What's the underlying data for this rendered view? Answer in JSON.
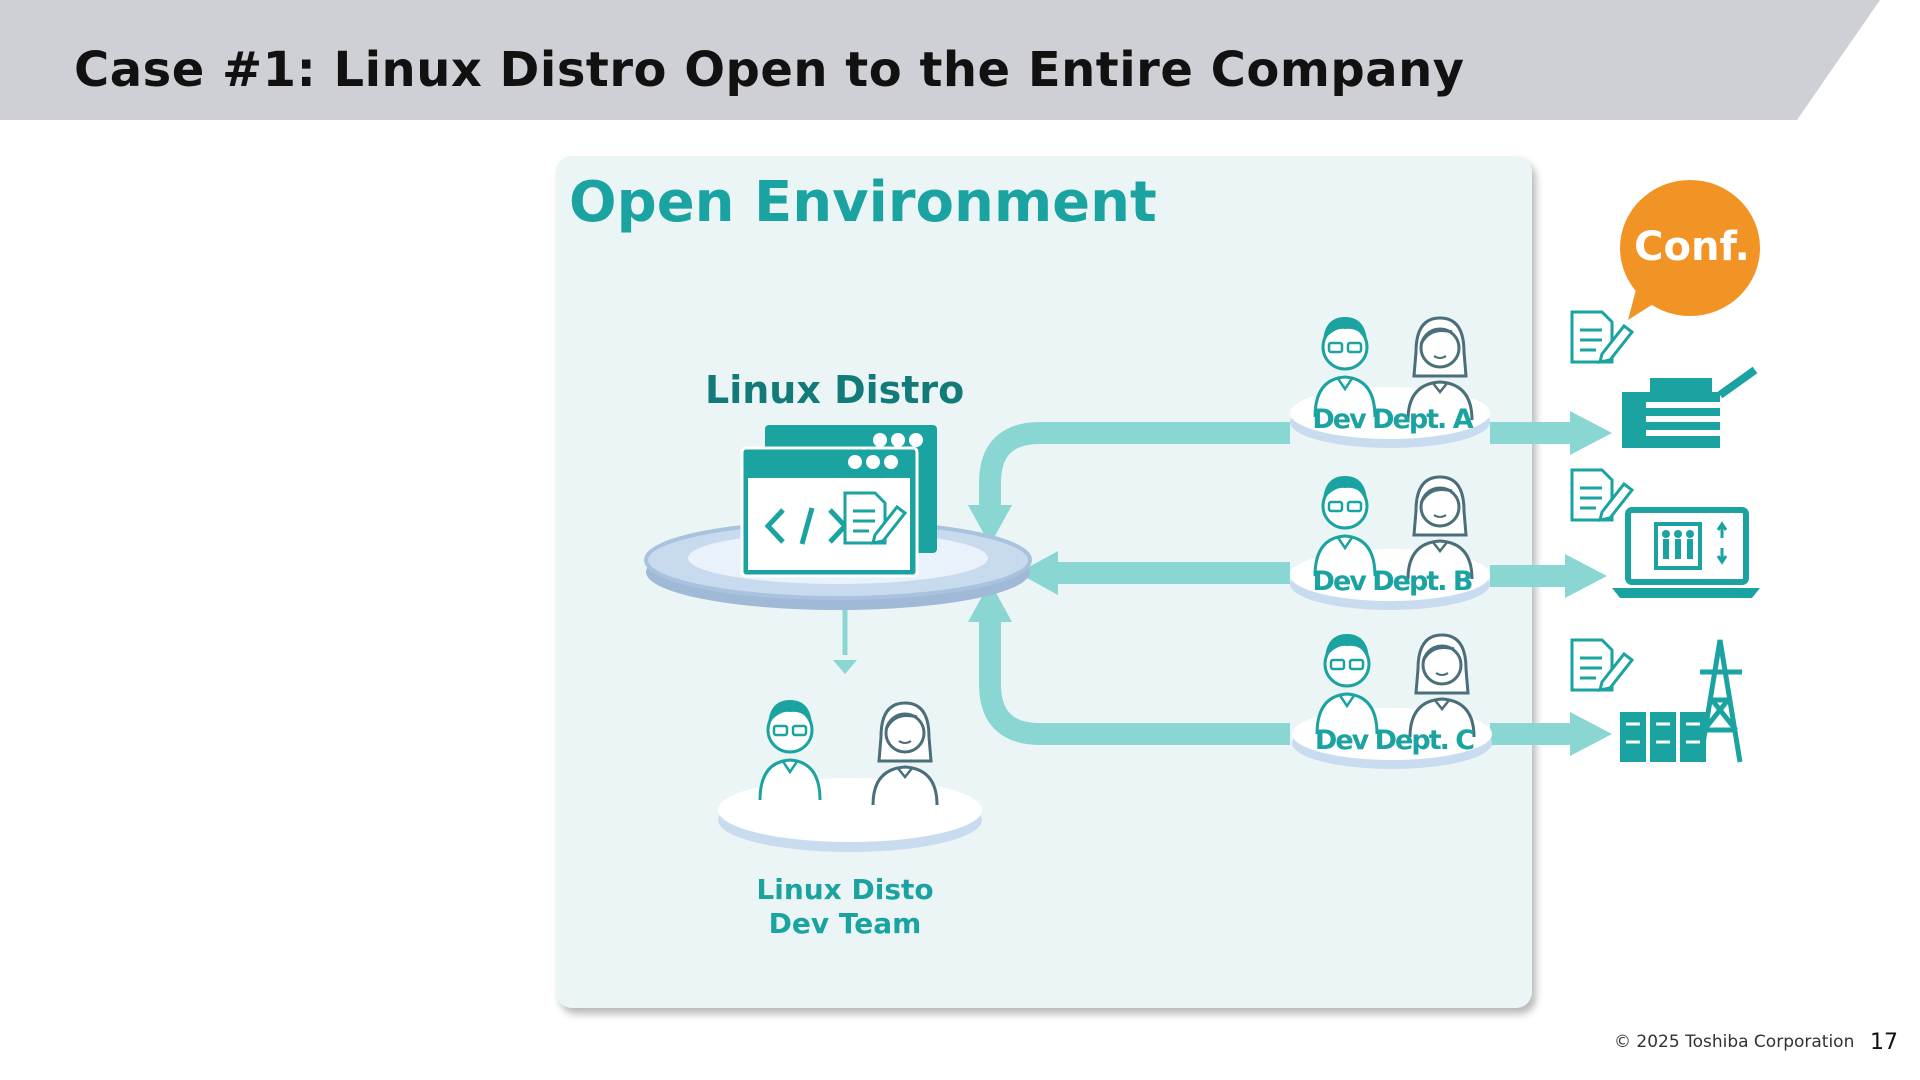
{
  "slide": {
    "title": "Case #1: Linux Distro Open to the Entire Company",
    "environment_label": "Open Environment",
    "distro_label": "Linux Distro",
    "team_label_line1": "Linux Disto",
    "team_label_line2": "Dev Team",
    "departments": [
      {
        "label": "Dev Dept. A",
        "product": "multifunction-printer-icon"
      },
      {
        "label": "Dev Dept. B",
        "product": "elevator-monitor-icon"
      },
      {
        "label": "Dev Dept. C",
        "product": "power-grid-icon"
      }
    ],
    "conf_label": "Conf.",
    "footer": "© 2025 Toshiba Corporation",
    "page_number": "17"
  },
  "colors": {
    "header_band": "#cfd0d5",
    "panel_bg": "#ebf5f5",
    "teal": "#1aa3a0",
    "arrow": "#8ad6d3",
    "conf_bubble": "#f29425",
    "platform": "#b9cfe6"
  }
}
